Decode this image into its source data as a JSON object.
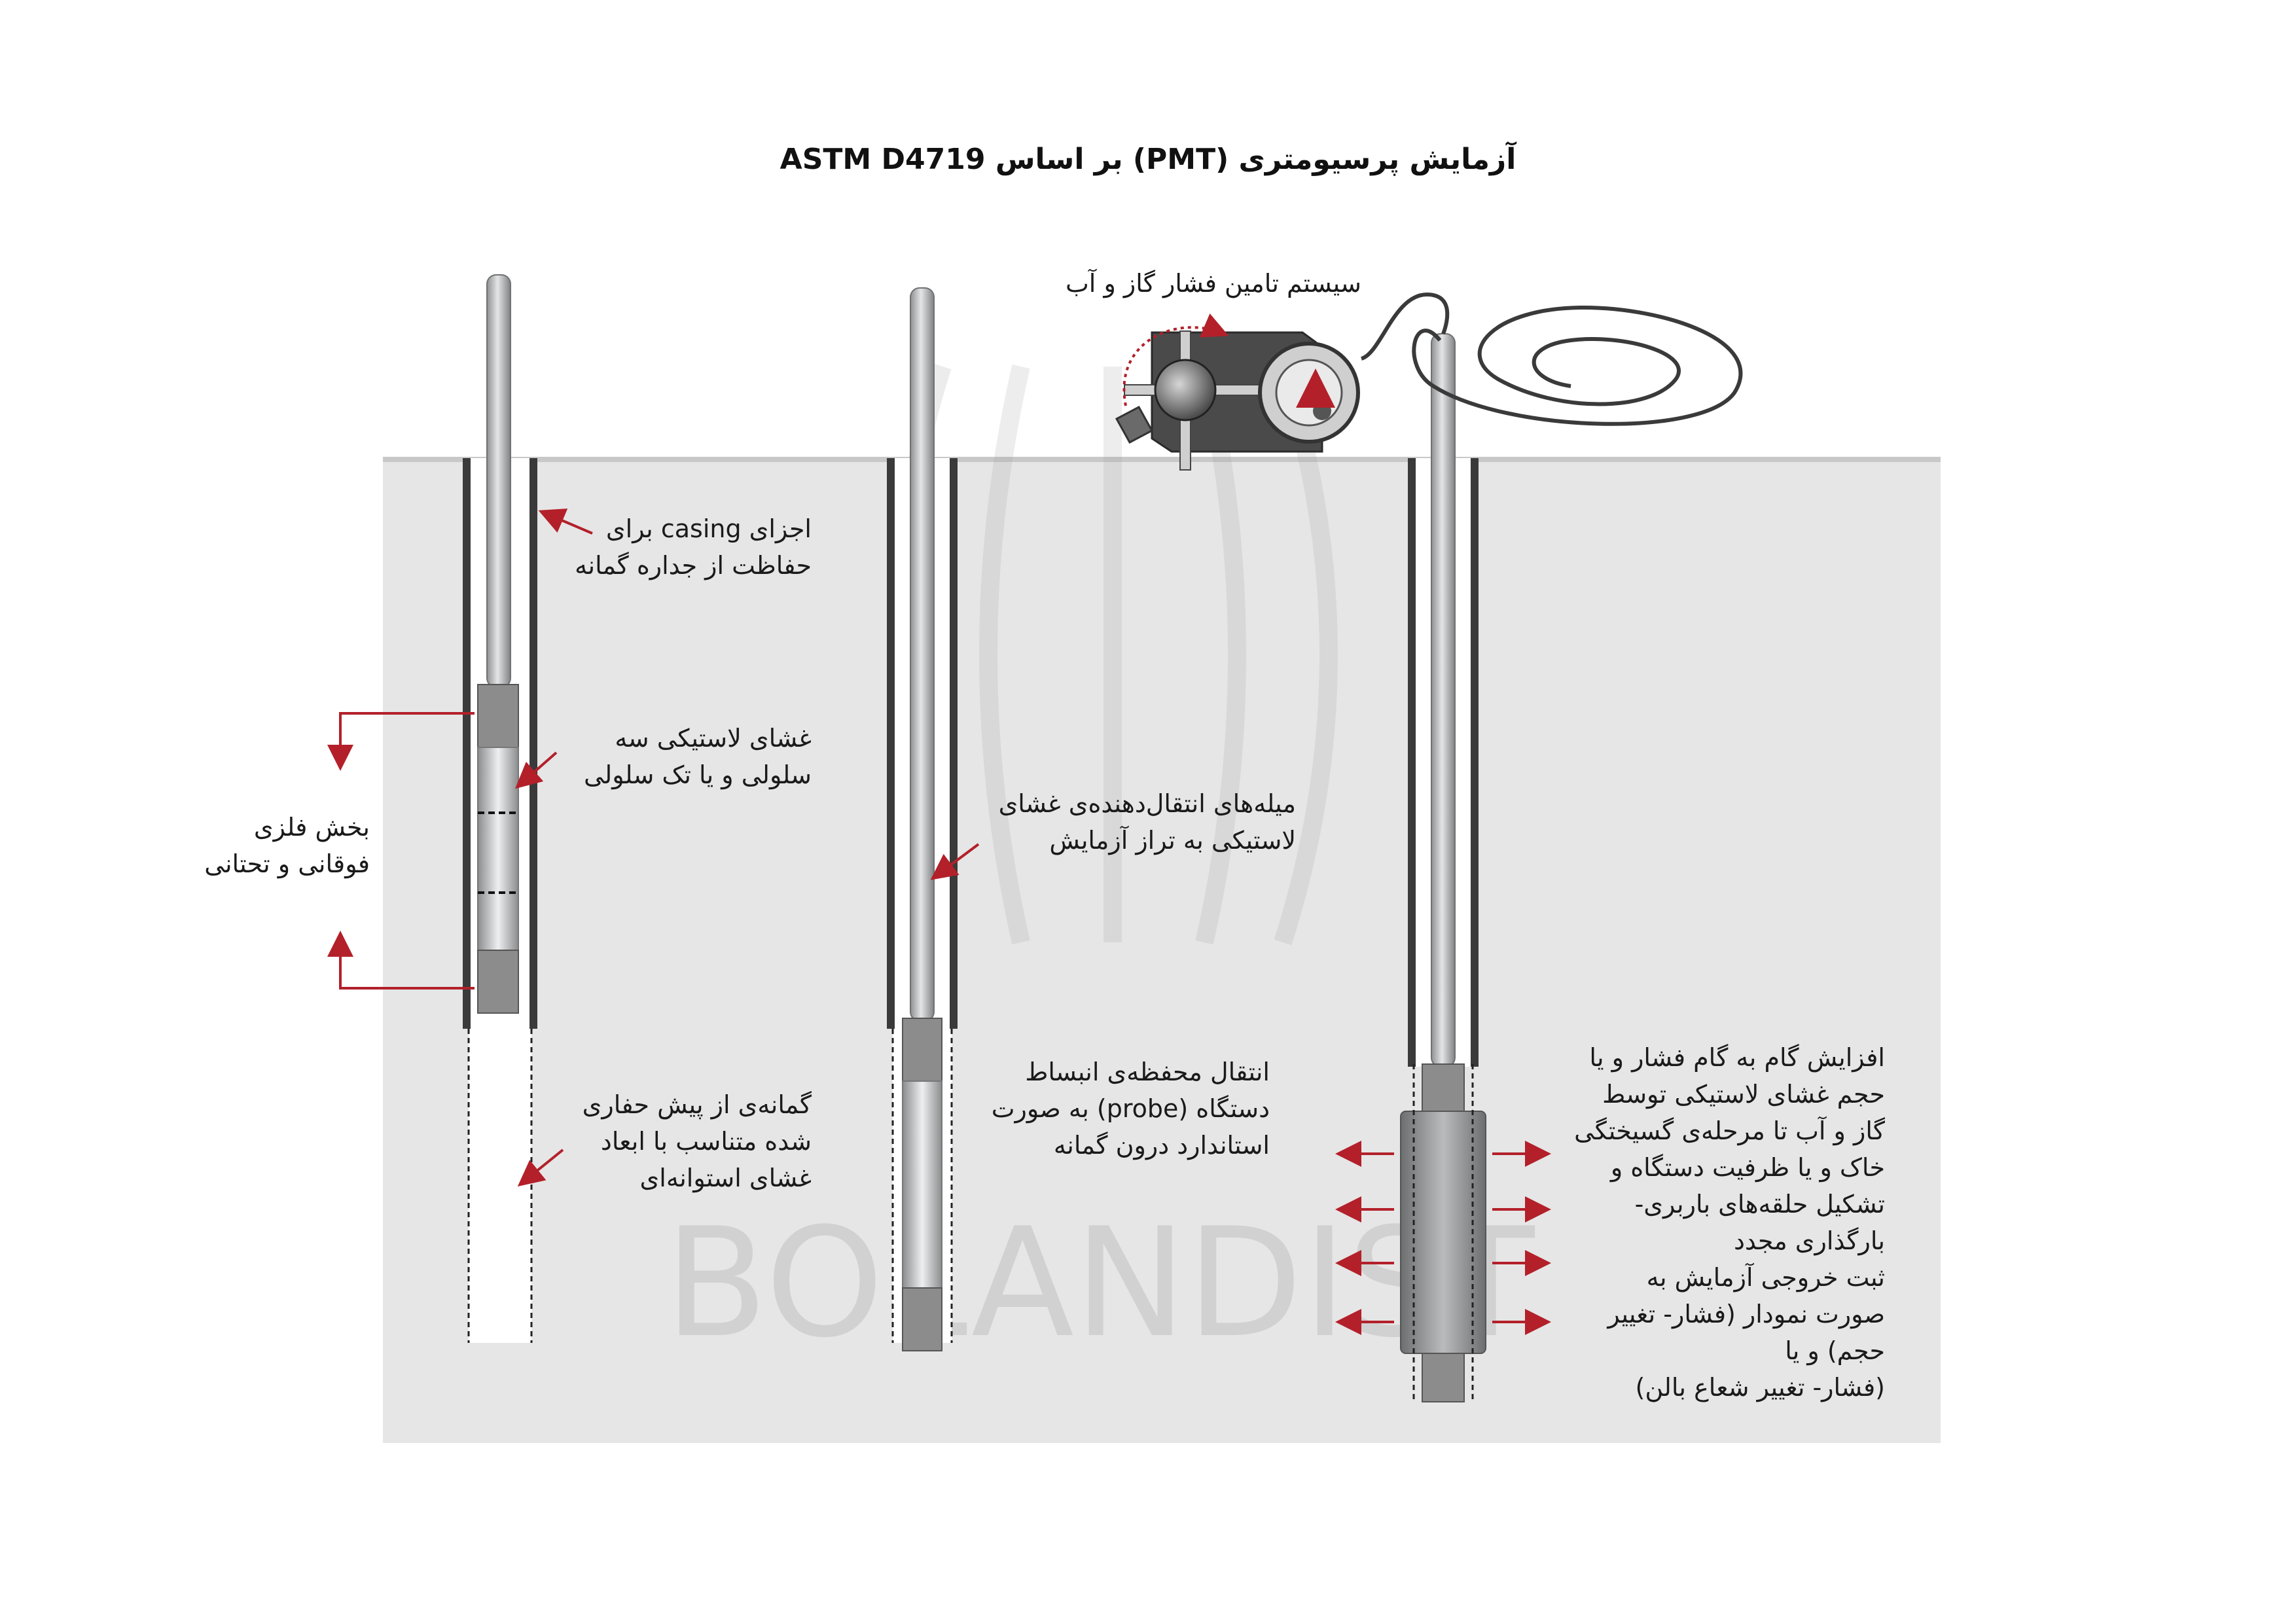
{
  "title": "آزمایش پرسیومتری (PMT) بر اساس ASTM D4719",
  "watermark": "BOLANDIST",
  "labels": {
    "pressure_system": "سیستم تامین فشار گاز و آب",
    "casing": [
      "اجزای casing برای",
      "حفاظت از جداره گمانه"
    ],
    "membrane": [
      "غشای لاستیکی سه",
      "سلولی و یا تک سلولی"
    ],
    "metal_section": [
      "بخش فلزی",
      "فوقانی و تحتانی"
    ],
    "borehole": [
      "گمانه‌ی از پیش حفاری",
      "شده متناسب با ابعاد",
      "غشای استوانه‌ای"
    ],
    "rods": [
      "میله‌های انتقال‌دهنده‌ی غشای",
      "لاستیکی به تراز آزمایش"
    ],
    "probe_transfer": [
      "انتقال محفظه‌ی انبساط",
      "دستگاه (probe) به صورت",
      "استاندارد درون گمانه"
    ],
    "test_steps": [
      "افزایش گام به گام فشار و یا",
      "حجم غشای لاستیکی توسط",
      "گاز و آب تا مرحله‌ی گسیختگی",
      "خاک و یا ظرفیت دستگاه و",
      "تشکیل حلقه‌های باربری-",
      "بارگذاری مجدد",
      "ثبت خروجی آزمایش به",
      "صورت نمودار (فشار- تغییر",
      "حجم) و یا",
      "(فشار- تغییر شعاع بالن)"
    ]
  },
  "colors": {
    "ground": "#e6e6e6",
    "ground_edge": "#c8c8c8",
    "wall": "#3a3a3a",
    "rod_light": "#d9dadb",
    "rod_dark": "#8e9092",
    "arrow": "#b3202a",
    "device": "#4a4a4a"
  }
}
